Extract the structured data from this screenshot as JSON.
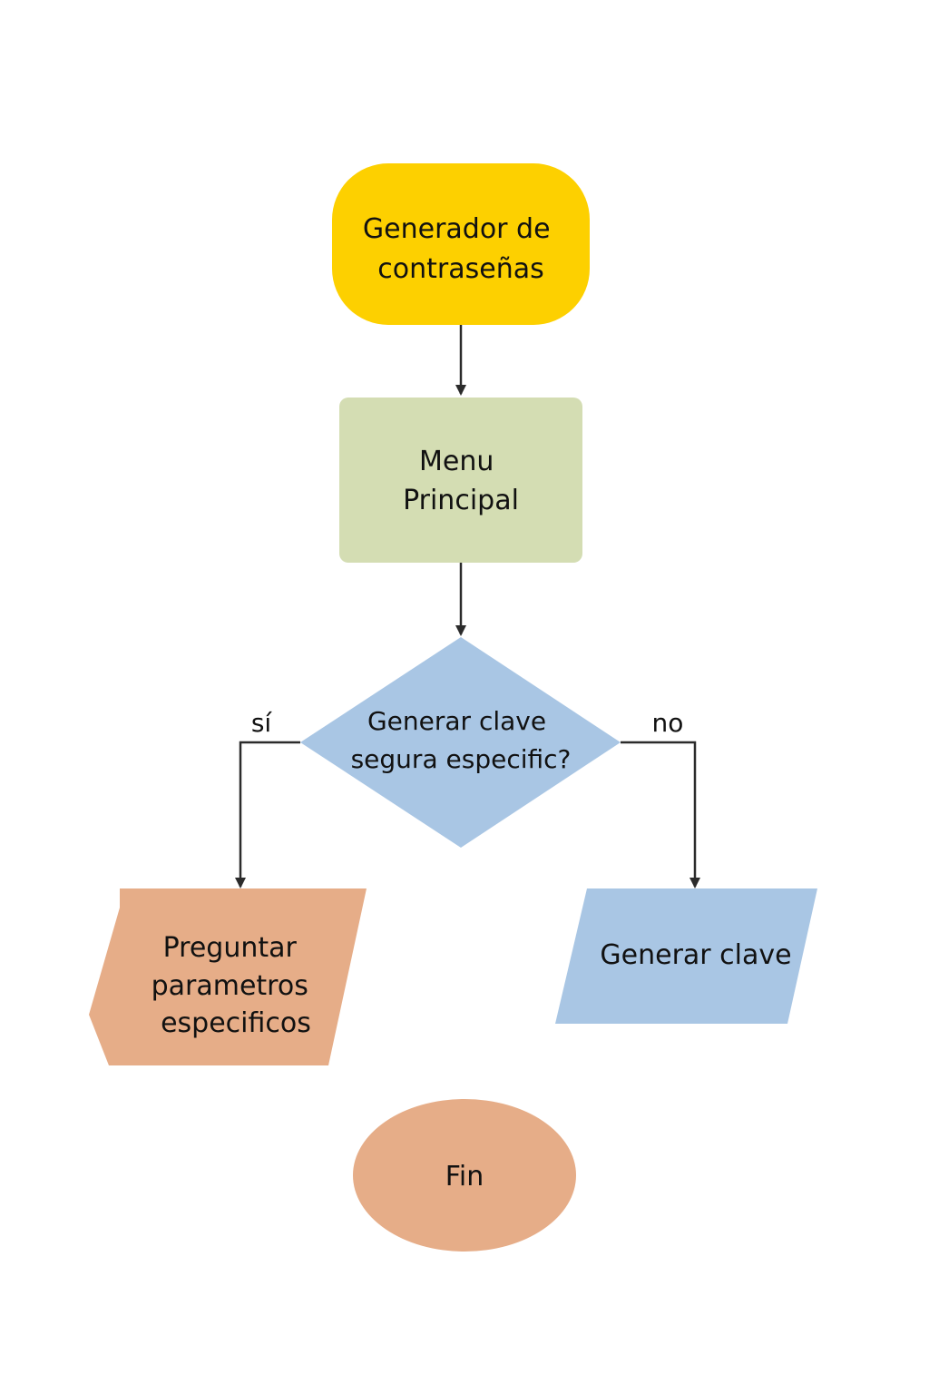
{
  "diagram": {
    "nodes": {
      "start": {
        "line1": "Generador de",
        "line2": "contraseñas",
        "color": "#FDD000"
      },
      "menu": {
        "line1": "Menu",
        "line2": "Principal",
        "color": "#D4DDB3"
      },
      "decision": {
        "line1": "Generar clave",
        "line2": "segura especific?",
        "color": "#A9C6E4"
      },
      "ask_params": {
        "line1": "Preguntar",
        "line2": "parametros",
        "line3": "especificos",
        "color": "#E6AD88"
      },
      "generate": {
        "line1": "Generar clave",
        "color": "#A9C6E4"
      },
      "end": {
        "line1": "Fin",
        "color": "#E6AD88"
      }
    },
    "edges": {
      "yes_label": "sí",
      "no_label": "no"
    },
    "line_color": "#2b2b2b"
  }
}
